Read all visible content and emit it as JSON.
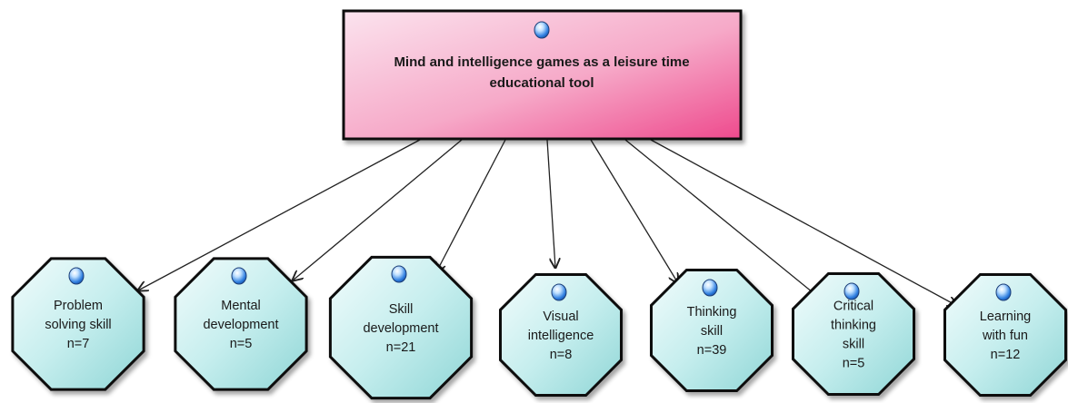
{
  "root": {
    "lines": [
      "Mind and intelligence games as a leisure time",
      "educational tool"
    ]
  },
  "children": [
    {
      "lines": [
        "Problem",
        "solving skill",
        "n=7"
      ]
    },
    {
      "lines": [
        "Mental",
        "development",
        "n=5"
      ]
    },
    {
      "lines": [
        "Skill",
        "development",
        "n=21"
      ]
    },
    {
      "lines": [
        "Visual",
        "intelligence",
        "n=8"
      ]
    },
    {
      "lines": [
        "Thinking",
        "skill",
        "n=39"
      ]
    },
    {
      "lines": [
        "Critical",
        "thinking",
        "skill",
        "n=5"
      ]
    },
    {
      "lines": [
        "Learning",
        "with fun",
        "n=12"
      ]
    }
  ],
  "colors": {
    "root_fill_light": "#fbe3ee",
    "root_fill_dark": "#f04d90",
    "node_fill_light": "#eafafa",
    "node_fill_dark": "#93d9d9",
    "outline": "#111111",
    "edge": "#222222"
  },
  "icons": {
    "node_marker": "blue-orb-icon"
  }
}
